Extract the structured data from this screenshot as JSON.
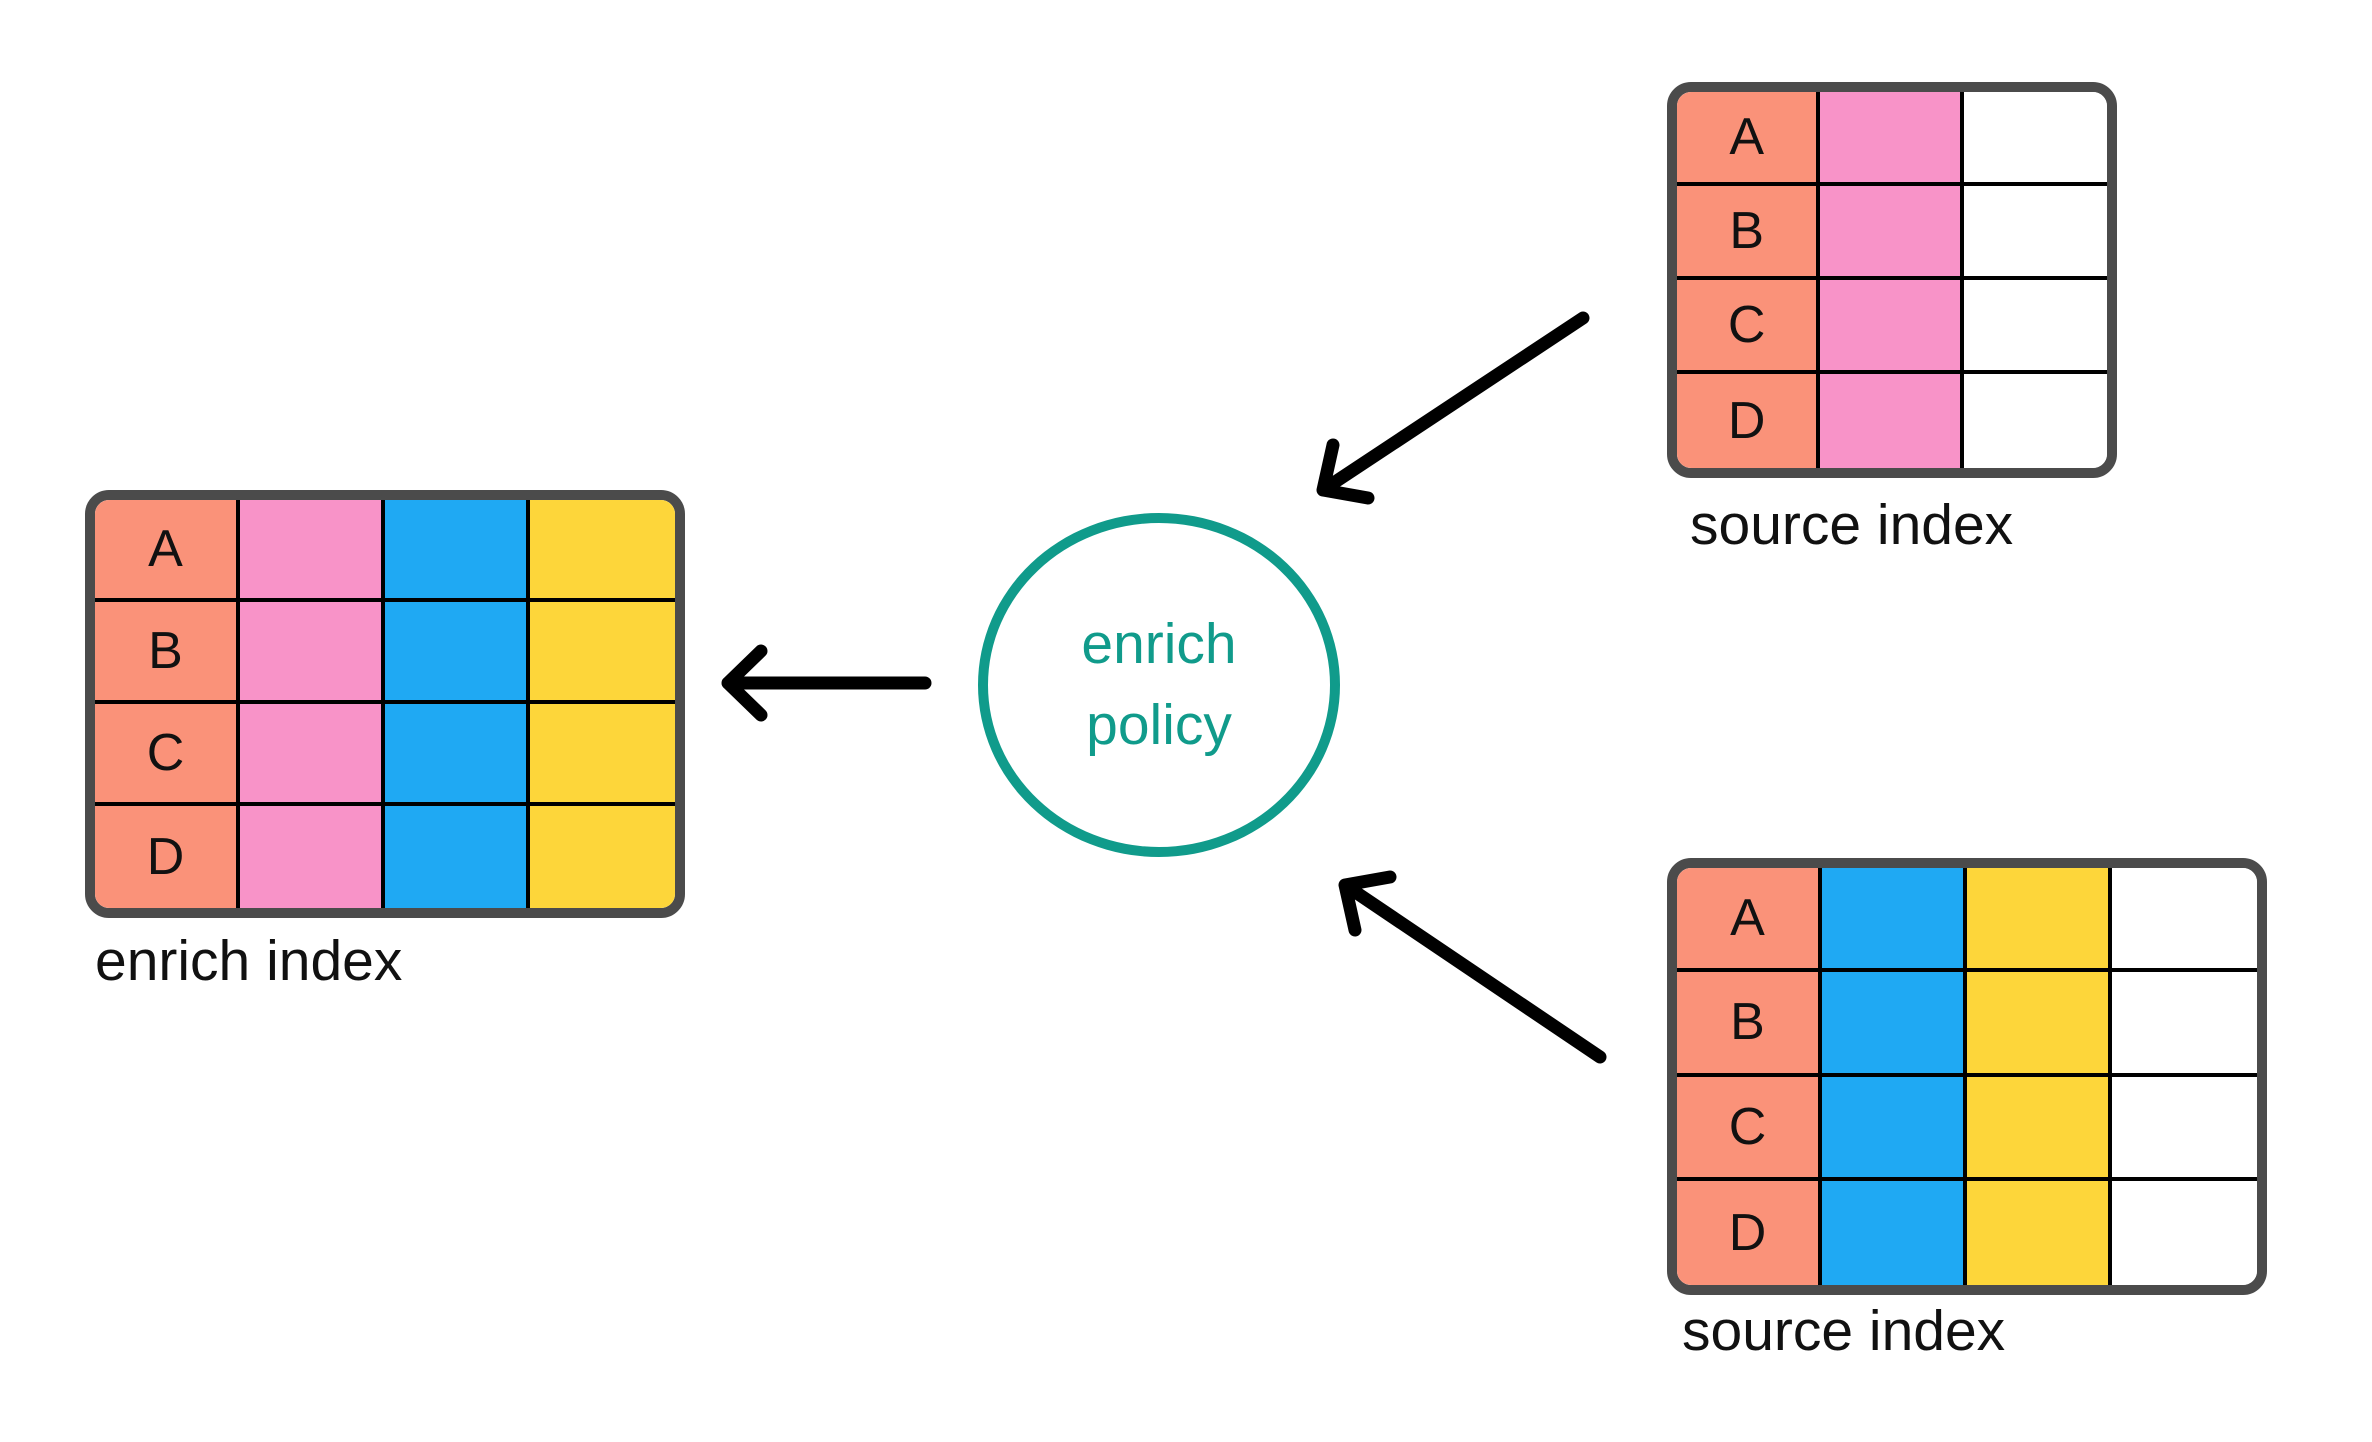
{
  "circle": {
    "line1": "enrich",
    "line2": "policy"
  },
  "tables": {
    "enrich_index": {
      "label": "enrich index",
      "rows": [
        "A",
        "B",
        "C",
        "D"
      ],
      "columns": [
        "salmon",
        "pink",
        "blue",
        "yellow"
      ]
    },
    "source_top": {
      "label": "source index",
      "rows": [
        "A",
        "B",
        "C",
        "D"
      ],
      "columns": [
        "salmon",
        "pink",
        "white"
      ]
    },
    "source_bottom": {
      "label": "source index",
      "rows": [
        "A",
        "B",
        "C",
        "D"
      ],
      "columns": [
        "salmon",
        "blue",
        "yellow",
        "white"
      ]
    }
  },
  "colors": {
    "salmon": "#FA9279",
    "pink": "#F893C8",
    "blue": "#1FA9F3",
    "yellow": "#FDD63A",
    "white": "#FFFFFF",
    "border": "#4B4B4B",
    "grid_line": "#000000",
    "teal": "#109B8B",
    "arrow": "#000000",
    "background": "#FFFFFF"
  }
}
